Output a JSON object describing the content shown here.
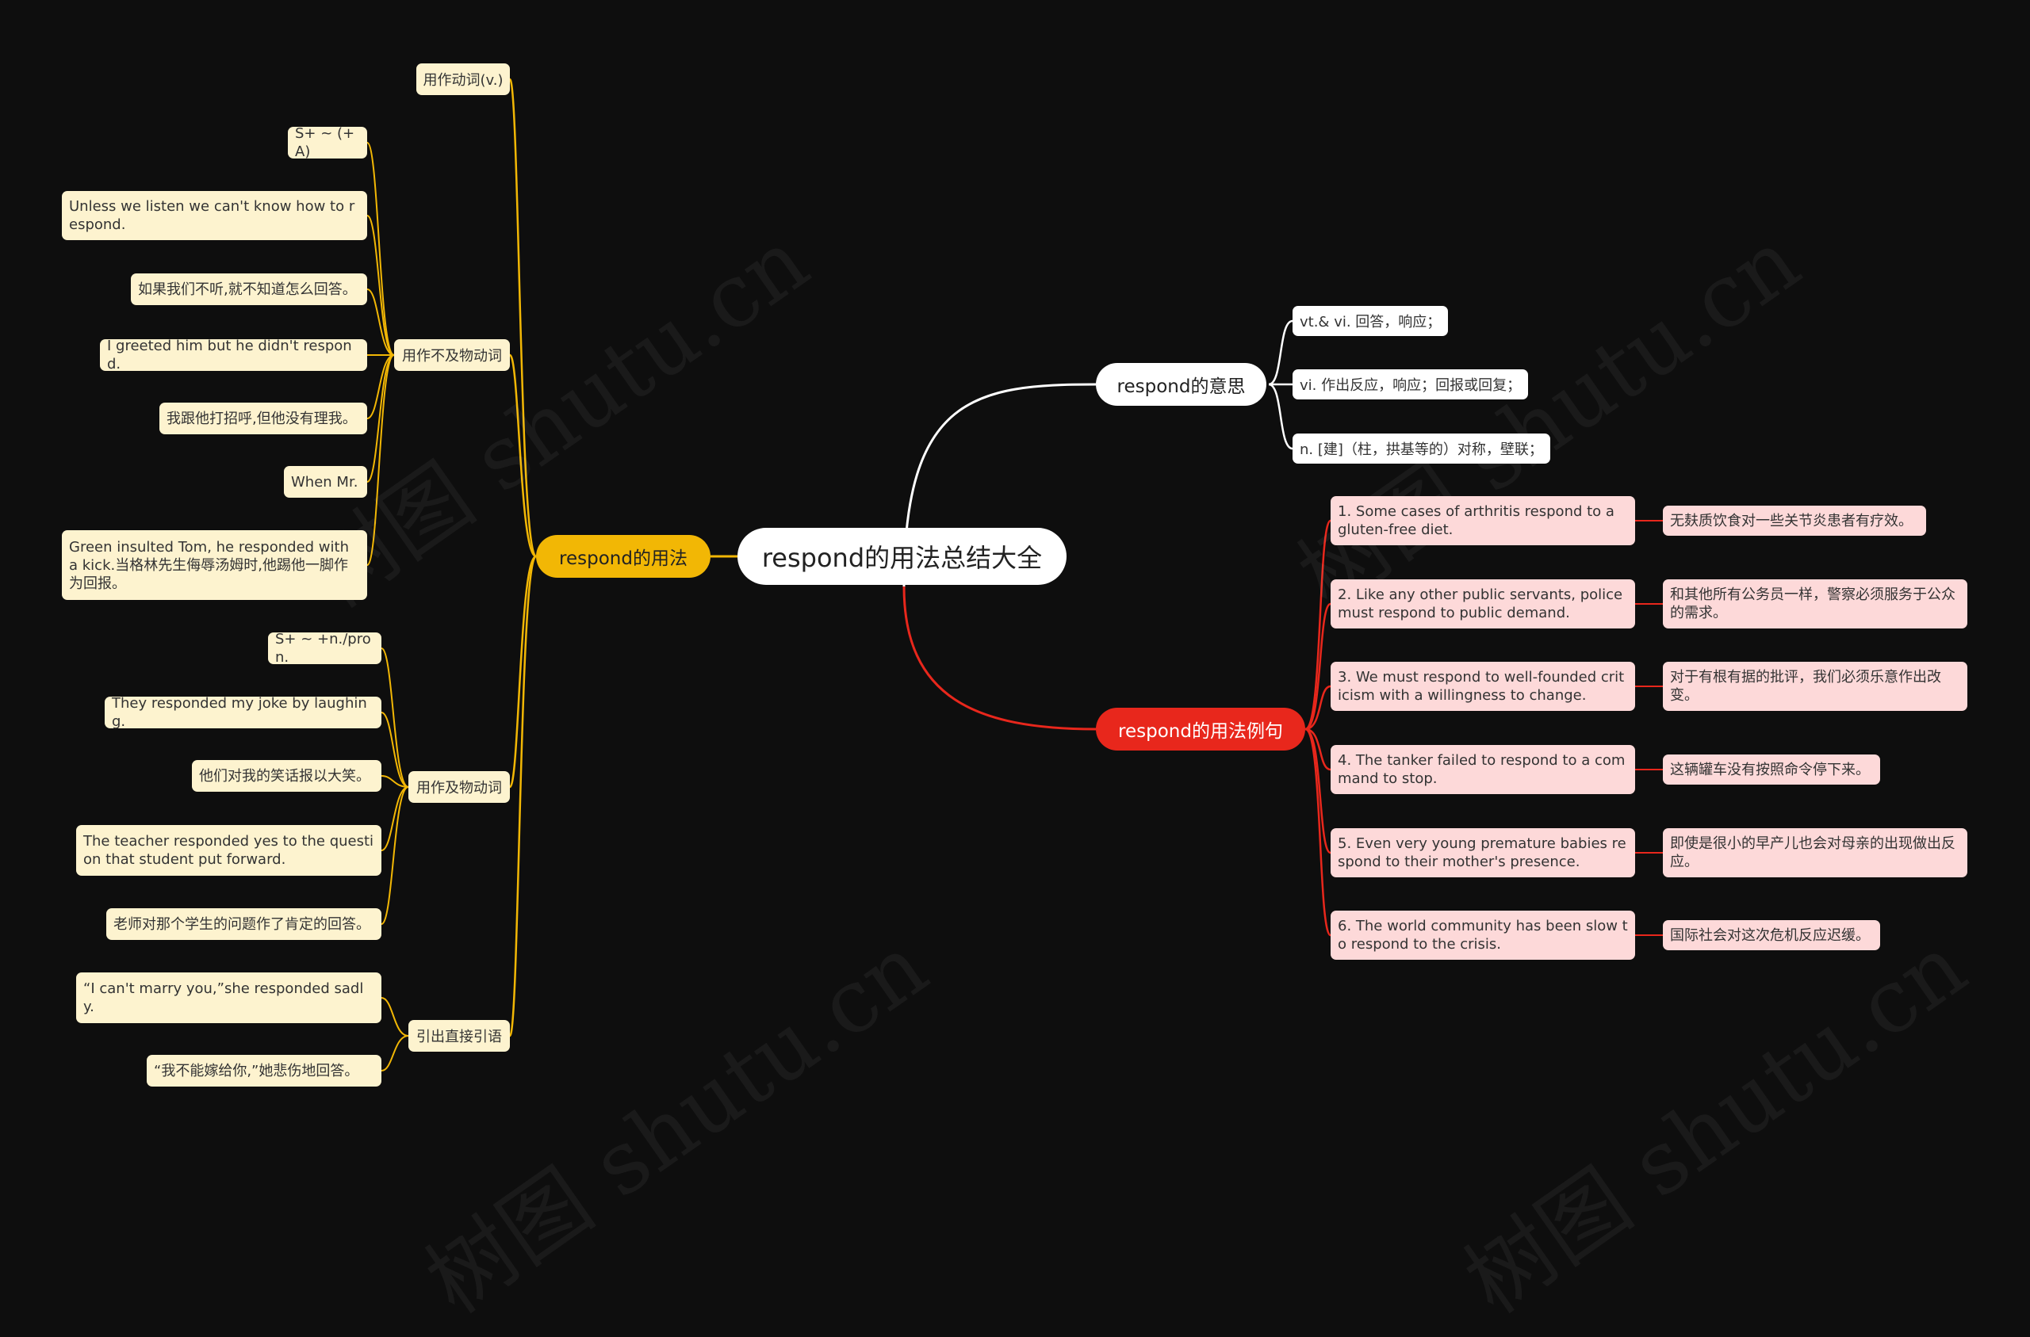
{
  "root": "respond的用法总结大全",
  "meaning": {
    "title": "respond的意思",
    "items": [
      "vt.& vi. 回答，响应；",
      "vi. 作出反应，响应；回报或回复；",
      "n. [建]（柱，拱基等的）对称，壁联；"
    ]
  },
  "usage": {
    "title": "respond的用法",
    "verb_label": "用作动词(v.)",
    "intransitive": {
      "label": "用作不及物动词",
      "items": [
        "S+ ~ (+A)",
        "Unless we listen we can't know how to respond.",
        "如果我们不听,就不知道怎么回答。",
        "I greeted him but he didn't respond.",
        "我跟他打招呼,但他没有理我。",
        "When Mr.",
        "Green insulted Tom, he responded with a kick.当格林先生侮辱汤姆时,他踢他一脚作为回报。"
      ]
    },
    "transitive": {
      "label": "用作及物动词",
      "items": [
        "S+ ~ +n./pron.",
        "They responded my joke by laughing.",
        "他们对我的笑话报以大笑。",
        "The teacher responded yes to the question that student put forward.",
        "老师对那个学生的问题作了肯定的回答。"
      ]
    },
    "quote": {
      "label": "引出直接引语",
      "items": [
        "“I can't marry you,”she responded sadly.",
        "“我不能嫁给你,”她悲伤地回答。"
      ]
    }
  },
  "examples": {
    "title": "respond的用法例句",
    "items": [
      {
        "en": "1. Some cases of arthritis respond to a gluten-free diet.",
        "zh": "无麸质饮食对一些关节炎患者有疗效。"
      },
      {
        "en": "2. Like any other public servants, police must respond to public demand.",
        "zh": "和其他所有公务员一样，警察必须服务于公众的需求。"
      },
      {
        "en": "3. We must respond to well-founded criticism with a willingness to change.",
        "zh": "对于有根有据的批评，我们必须乐意作出改变。"
      },
      {
        "en": "4. The tanker failed to respond to a command to stop.",
        "zh": "这辆罐车没有按照命令停下来。"
      },
      {
        "en": "5. Even very young premature babies respond to their mother's presence.",
        "zh": "即使是很小的早产儿也会对母亲的出现做出反应。"
      },
      {
        "en": "6. The world community has been slow to respond to the crisis.",
        "zh": "国际社会对这次危机反应迟缓。"
      }
    ]
  },
  "colors": {
    "background": "#0e0e0e",
    "usage_branch": "#f2b705",
    "example_branch": "#e8271c",
    "meaning_branch": "#ffffff",
    "leaf_yellow": "#fdf3cf",
    "leaf_pink": "#fdd9d9"
  },
  "watermark": "树图 shutu.cn"
}
